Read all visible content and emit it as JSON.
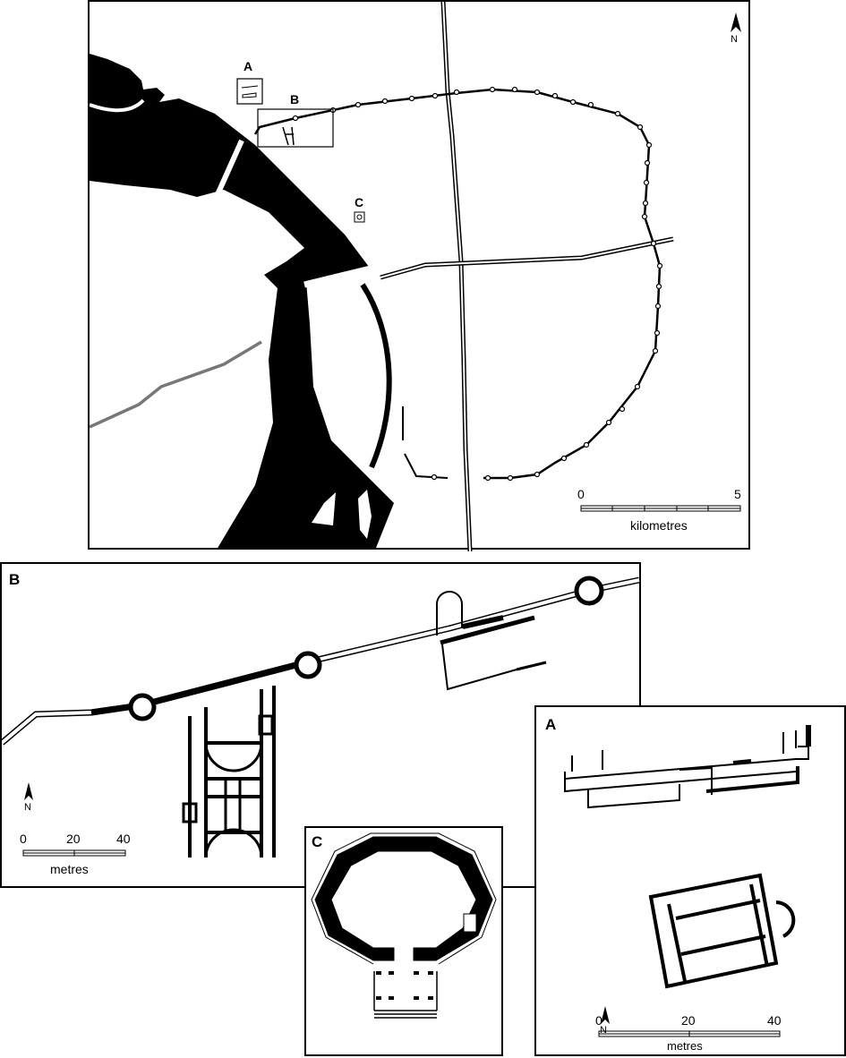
{
  "overview": {
    "north": "N",
    "labels": {
      "a": "A",
      "b": "B",
      "c": "C"
    },
    "scale": {
      "start": "0",
      "end": "5",
      "unit": "kilometres"
    }
  },
  "panel_b": {
    "label": "B",
    "north": "N",
    "scale": {
      "start": "0",
      "mid": "20",
      "end": "40",
      "unit": "metres"
    }
  },
  "panel_c": {
    "label": "C"
  },
  "panel_a": {
    "label": "A",
    "north": "N",
    "scale": {
      "start": "0",
      "mid": "20",
      "end": "40",
      "unit": "metres"
    }
  }
}
